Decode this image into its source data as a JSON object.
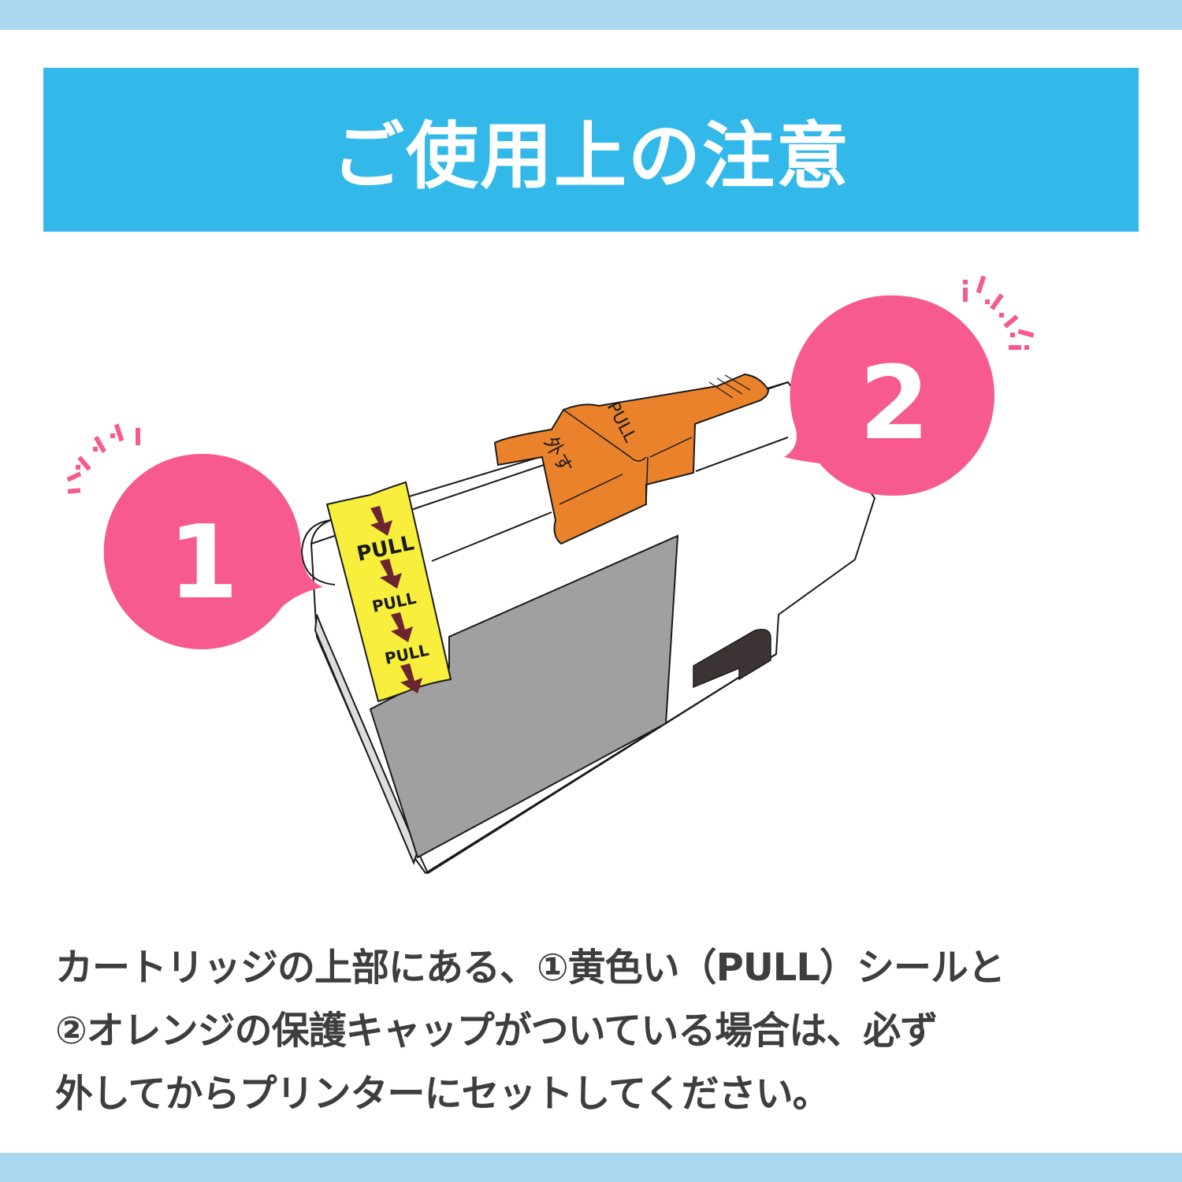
{
  "header": {
    "title": "ご使用上の注意"
  },
  "colors": {
    "band": "#abd7ef",
    "title_bg": "#33b9e9",
    "badge_pink": "#f75a8e",
    "seal_yellow": "#f8ee3c",
    "cap_orange": "#ea822c",
    "arrow_maroon": "#6b2430",
    "window_gray": "#a0a0a0",
    "text_dark": "#3e3e3e"
  },
  "illustration": {
    "badge_1": {
      "number": "1",
      "icon": "speech-bubble-icon"
    },
    "badge_2": {
      "number": "2",
      "icon": "speech-bubble-icon"
    },
    "yellow_seal": {
      "labels": [
        "PULL",
        "PULL",
        "PULL"
      ],
      "arrow_icon": "down-arrow-icon",
      "arrow_count": 4
    },
    "orange_cap": {
      "label_pull": "PULL",
      "label_remove": "外す"
    }
  },
  "caption": {
    "lines": [
      "カートリッジの上部にある、①黄色い（PULL）シールと",
      "②オレンジの保護キャップがついている場合は、必ず",
      "外してからプリンターにセットしてください。"
    ]
  }
}
